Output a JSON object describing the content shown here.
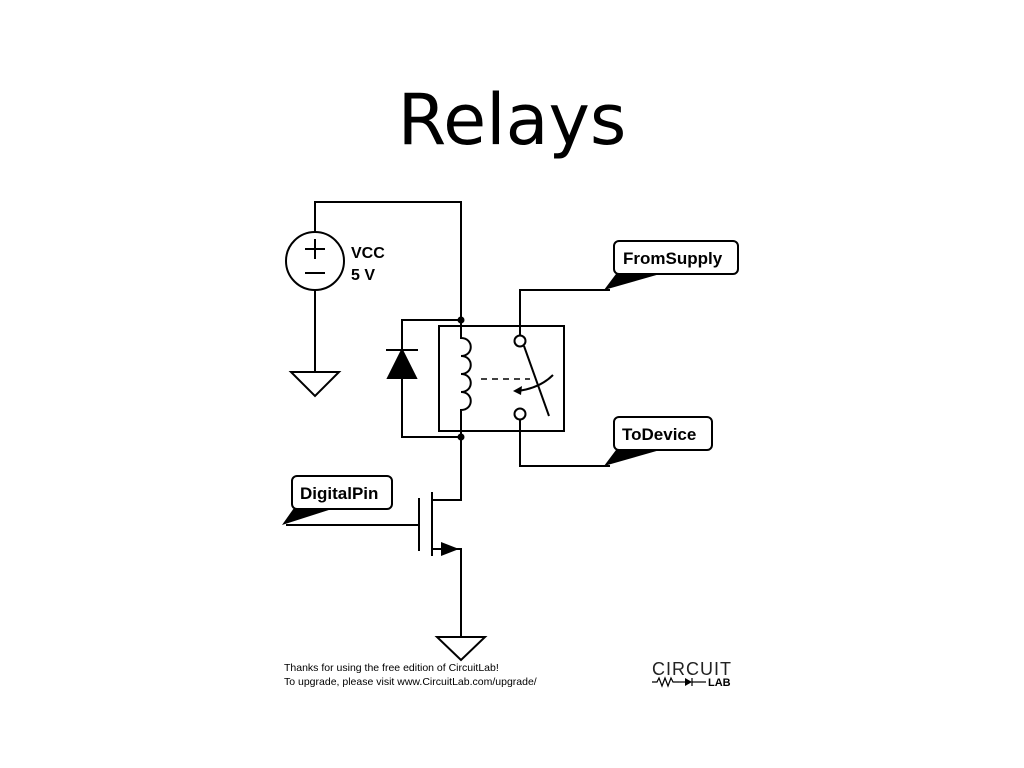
{
  "title": "Relays",
  "components": {
    "vcc_name": "VCC",
    "vcc_value": "5 V"
  },
  "net_labels": {
    "from_supply": "FromSupply",
    "to_device": "ToDevice",
    "digital_pin": "DigitalPin"
  },
  "footer": {
    "line1": "Thanks for using the free edition of CircuitLab!",
    "line2": "To upgrade, please visit www.CircuitLab.com/upgrade/"
  },
  "logo": {
    "top": "CIRCUIT",
    "bottom": "LAB"
  }
}
